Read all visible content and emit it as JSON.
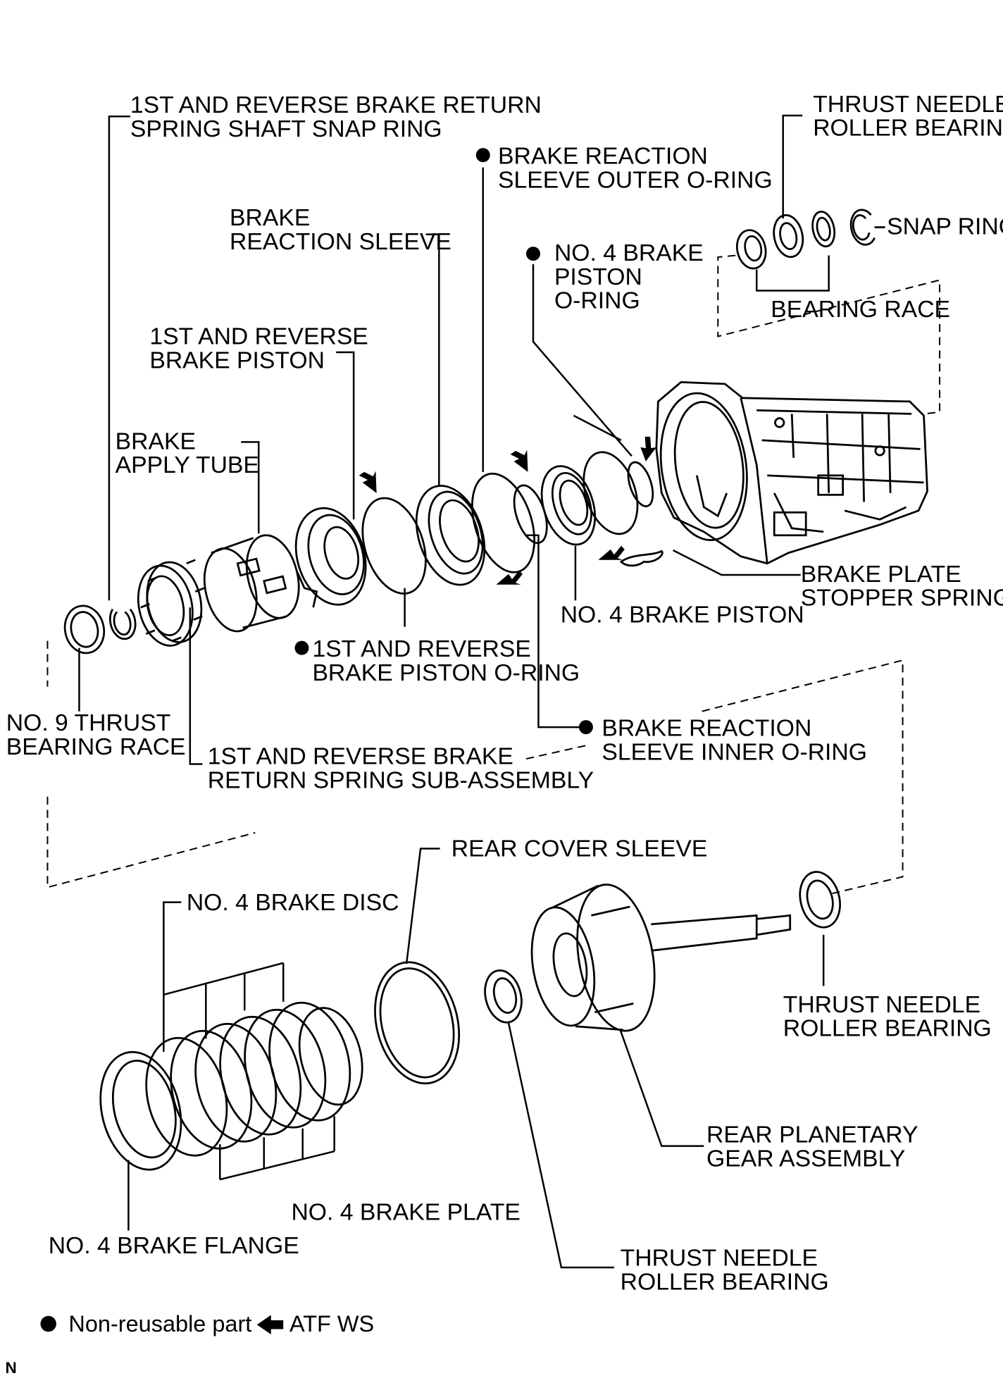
{
  "labels": {
    "snap_ring_shaft": [
      "1ST AND REVERSE BRAKE RETURN",
      "SPRING SHAFT SNAP RING"
    ],
    "thrust_bearing_top": [
      "THRUST NEEDLE",
      "ROLLER BEARING"
    ],
    "reaction_sleeve_outer_oring": [
      "BRAKE REACTION",
      "SLEEVE OUTER O-RING"
    ],
    "brake_reaction_sleeve": [
      "BRAKE",
      "REACTION SLEEVE"
    ],
    "snap_ring": "SNAP RING",
    "no4_piston_oring": [
      "NO. 4 BRAKE",
      "PISTON",
      "O-RING"
    ],
    "bearing_race": "BEARING RACE",
    "reverse_brake_piston": [
      "1ST AND REVERSE",
      "BRAKE PISTON"
    ],
    "brake_apply_tube": [
      "BRAKE",
      "APPLY TUBE"
    ],
    "stopper_spring": [
      "BRAKE PLATE",
      "STOPPER SPRING"
    ],
    "no4_brake_piston": "NO. 4 BRAKE PISTON",
    "reverse_piston_oring": [
      "1ST AND REVERSE",
      "BRAKE PISTON O-RING"
    ],
    "no9_race": [
      "NO. 9 THRUST",
      "BEARING RACE"
    ],
    "reaction_sleeve_inner_oring": [
      "BRAKE REACTION",
      "SLEEVE INNER O-RING"
    ],
    "return_spring_subassy": [
      "1ST AND REVERSE BRAKE",
      "RETURN SPRING SUB-ASSEMBLY"
    ],
    "rear_cover_sleeve": "REAR COVER SLEEVE",
    "no4_brake_disc": "NO. 4 BRAKE DISC",
    "thrust_bearing_right": [
      "THRUST NEEDLE",
      "ROLLER BEARING"
    ],
    "rear_planetary": [
      "REAR PLANETARY",
      "GEAR ASSEMBLY"
    ],
    "no4_brake_plate": "NO. 4 BRAKE PLATE",
    "no4_brake_flange": "NO. 4 BRAKE FLANGE",
    "thrust_bearing_bottom": [
      "THRUST NEEDLE",
      "ROLLER BEARING"
    ]
  },
  "legend": {
    "non_reusable": "Non-reusable part",
    "atf": "ATF WS"
  },
  "page_code": "N"
}
